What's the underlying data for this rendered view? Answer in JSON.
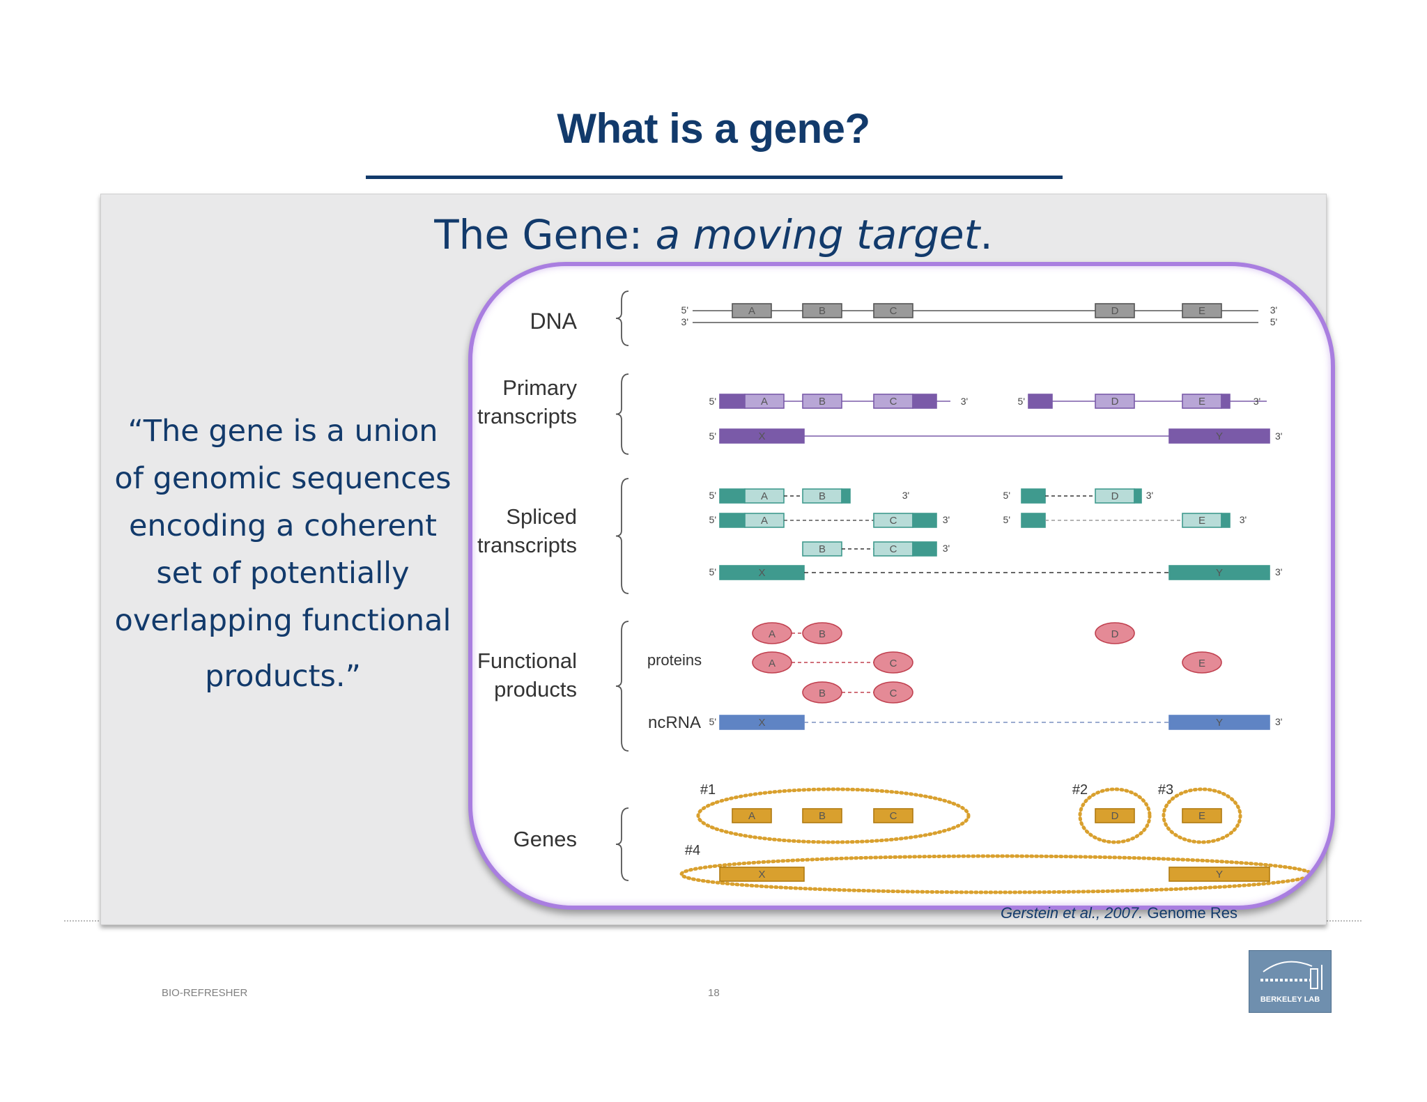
{
  "slide": {
    "title": "What is a gene?",
    "subtitle_plain": "The Gene: ",
    "subtitle_italic": "a moving target",
    "subtitle_end": ".",
    "quote_lines": [
      "“The gene is a union",
      "of genomic sequences",
      "encoding a coherent",
      "set of potentially",
      "overlapping functional",
      "products.”"
    ],
    "citation_italic": "Gerstein et al., 2007.",
    "citation_plain": " Genome Res",
    "footer_left": "BIO-REFRESHER",
    "page_number": "18",
    "logo_text": "BERKELEY LAB"
  },
  "diagram": {
    "row_labels": {
      "dna": "DNA",
      "primary_1": "Primary",
      "primary_2": "transcripts",
      "spliced_1": "Spliced",
      "spliced_2": "transcripts",
      "functional_1": "Functional",
      "functional_2": "products",
      "genes": "Genes"
    },
    "sub_labels": {
      "proteins": "proteins",
      "ncrna": "ncRNA"
    },
    "ends": {
      "five": "5'",
      "three": "3'"
    },
    "exons": {
      "a": "A",
      "b": "B",
      "c": "C",
      "d": "D",
      "e": "E",
      "x": "X",
      "y": "Y"
    },
    "gene_numbers": [
      "#1",
      "#2",
      "#3",
      "#4"
    ],
    "colors": {
      "dna_box": "#9a9a9a",
      "primary": "#7a5aa8",
      "primary_light": "#b8a6d6",
      "spliced": "#3f9a8e",
      "spliced_light": "#b8dcd8",
      "protein": "#e48a96",
      "protein_edge": "#c0404f",
      "ncrna": "#5f84c4",
      "gene": "#d9a02e",
      "frame": "#a97ee0"
    }
  }
}
